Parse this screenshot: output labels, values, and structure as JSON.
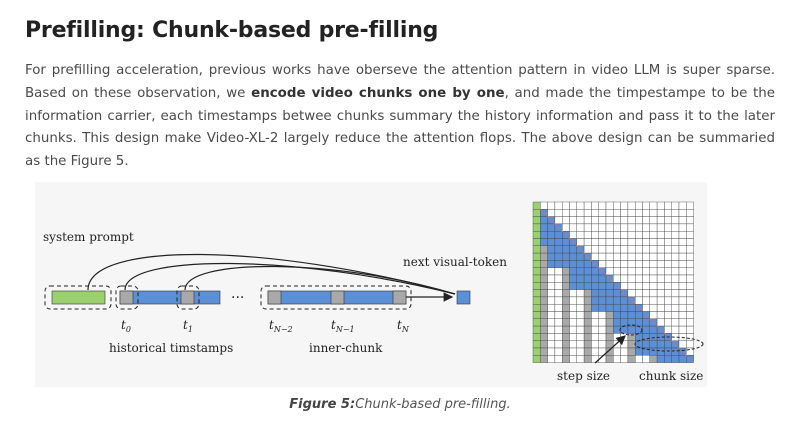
{
  "section": {
    "title": "Prefilling: Chunk-based pre-filling",
    "paragraph": [
      {
        "text": "For prefilling acceleration, previous works have oberseve the attention pattern in video LLM is super sparse. Based on these observation, we ",
        "bold": false
      },
      {
        "text": "encode video chunks one by one",
        "bold": true
      },
      {
        "text": ", and made the timpestampe to be the information carrier, each timestamps betwee chunks summary the history information and pass it to the later chunks. This design make Video-XL-2 largely reduce the attention flops. The above design can be summaried as the Figure 5.",
        "bold": false
      }
    ]
  },
  "figure": {
    "labels": {
      "system_prompt": "system prompt",
      "next_visual_token": "next visual-token",
      "historical": "historical timstamps",
      "inner_chunk": "inner-chunk",
      "step_size": "step size",
      "chunk_size": "chunk size",
      "ellipsis": "···"
    },
    "timestamps": [
      {
        "base": "t",
        "sub": "0"
      },
      {
        "base": "t",
        "sub": "1"
      },
      {
        "base": "t",
        "sub": "N−2"
      },
      {
        "base": "t",
        "sub": "N−1"
      },
      {
        "base": "t",
        "sub": "N"
      }
    ],
    "colors": {
      "prompt": "#9bd06e",
      "token": "#5b8fd6",
      "timestamp": "#a9a9a9",
      "grid": "#555555",
      "dashed": "#e06a6a"
    },
    "caption_label": "Figure 5:",
    "caption_text": "Chunk-based pre-filling."
  }
}
